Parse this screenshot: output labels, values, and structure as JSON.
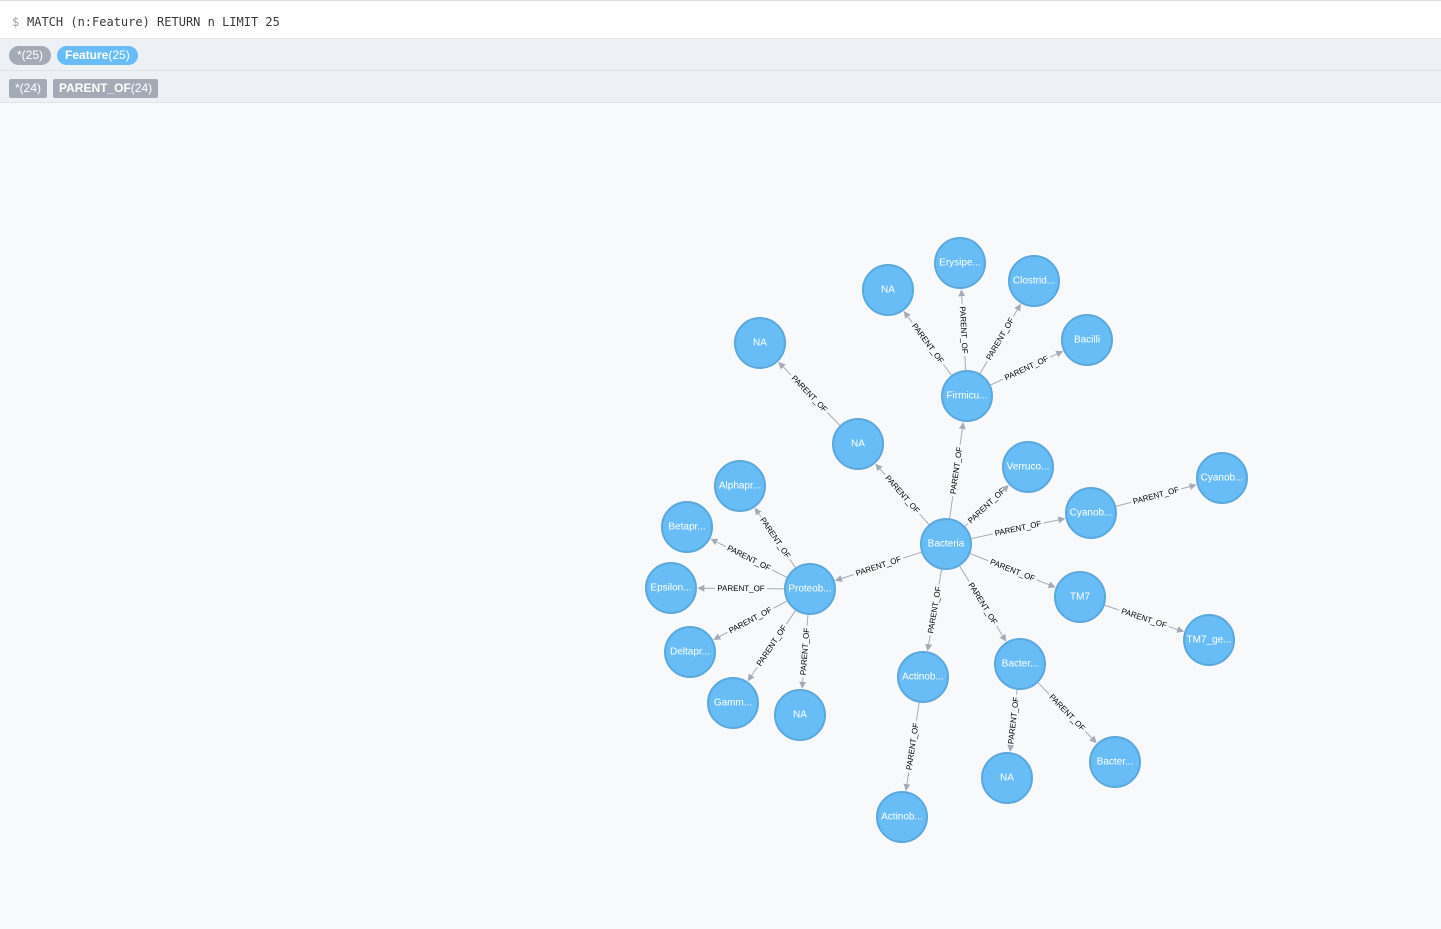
{
  "query": {
    "prompt": "$",
    "text": "MATCH (n:Feature) RETURN n LIMIT 25"
  },
  "label_filters": {
    "all_label": "*",
    "all_count": "(25)",
    "feature_label": "Feature",
    "feature_count": "(25)"
  },
  "type_filters": {
    "all_label": "*",
    "all_count": "(24)",
    "rel_label": "PARENT_OF",
    "rel_count": "(24)"
  },
  "colors": {
    "node_fill": "#68bdf6",
    "node_stroke": "#5ca8db",
    "edge": "#a5abb6",
    "pill_gray": "#a5abb6",
    "pill_blue": "#68bdf6"
  },
  "graph": {
    "relationship_type": "PARENT_OF",
    "nodes": [
      {
        "id": "bacteria",
        "label": "Bacteria"
      },
      {
        "id": "firmicutes",
        "label": "Firmicu..."
      },
      {
        "id": "na_firm",
        "label": "NA"
      },
      {
        "id": "erysipe",
        "label": "Erysipe..."
      },
      {
        "id": "clostrid",
        "label": "Clostrid..."
      },
      {
        "id": "bacilli",
        "label": "Bacilli"
      },
      {
        "id": "na_mid",
        "label": "NA"
      },
      {
        "id": "na_top",
        "label": "NA"
      },
      {
        "id": "verruco",
        "label": "Verruco..."
      },
      {
        "id": "cyanob1",
        "label": "Cyanob..."
      },
      {
        "id": "cyanob2",
        "label": "Cyanob..."
      },
      {
        "id": "tm7",
        "label": "TM7"
      },
      {
        "id": "tm7ge",
        "label": "TM7_ge..."
      },
      {
        "id": "bacter1",
        "label": "Bacter..."
      },
      {
        "id": "na_bact",
        "label": "NA"
      },
      {
        "id": "bacter2",
        "label": "Bacter..."
      },
      {
        "id": "actinob1",
        "label": "Actinob..."
      },
      {
        "id": "actinob2",
        "label": "Actinob..."
      },
      {
        "id": "proteob",
        "label": "Proteob..."
      },
      {
        "id": "alphapr",
        "label": "Alphapr..."
      },
      {
        "id": "betapr",
        "label": "Betapr..."
      },
      {
        "id": "epsilon",
        "label": "Epsilon..."
      },
      {
        "id": "deltapr",
        "label": "Deltapr..."
      },
      {
        "id": "gamm",
        "label": "Gamm..."
      },
      {
        "id": "na_prot",
        "label": "NA"
      }
    ],
    "edges": [
      [
        "bacteria",
        "firmicutes"
      ],
      [
        "firmicutes",
        "na_firm"
      ],
      [
        "firmicutes",
        "erysipe"
      ],
      [
        "firmicutes",
        "clostrid"
      ],
      [
        "firmicutes",
        "bacilli"
      ],
      [
        "bacteria",
        "na_mid"
      ],
      [
        "na_mid",
        "na_top"
      ],
      [
        "bacteria",
        "verruco"
      ],
      [
        "bacteria",
        "cyanob1"
      ],
      [
        "cyanob1",
        "cyanob2"
      ],
      [
        "bacteria",
        "tm7"
      ],
      [
        "tm7",
        "tm7ge"
      ],
      [
        "bacteria",
        "bacter1"
      ],
      [
        "bacter1",
        "na_bact"
      ],
      [
        "bacter1",
        "bacter2"
      ],
      [
        "bacteria",
        "actinob1"
      ],
      [
        "actinob1",
        "actinob2"
      ],
      [
        "bacteria",
        "proteob"
      ],
      [
        "proteob",
        "alphapr"
      ],
      [
        "proteob",
        "betapr"
      ],
      [
        "proteob",
        "epsilon"
      ],
      [
        "proteob",
        "deltapr"
      ],
      [
        "proteob",
        "gamm"
      ],
      [
        "proteob",
        "na_prot"
      ]
    ]
  }
}
